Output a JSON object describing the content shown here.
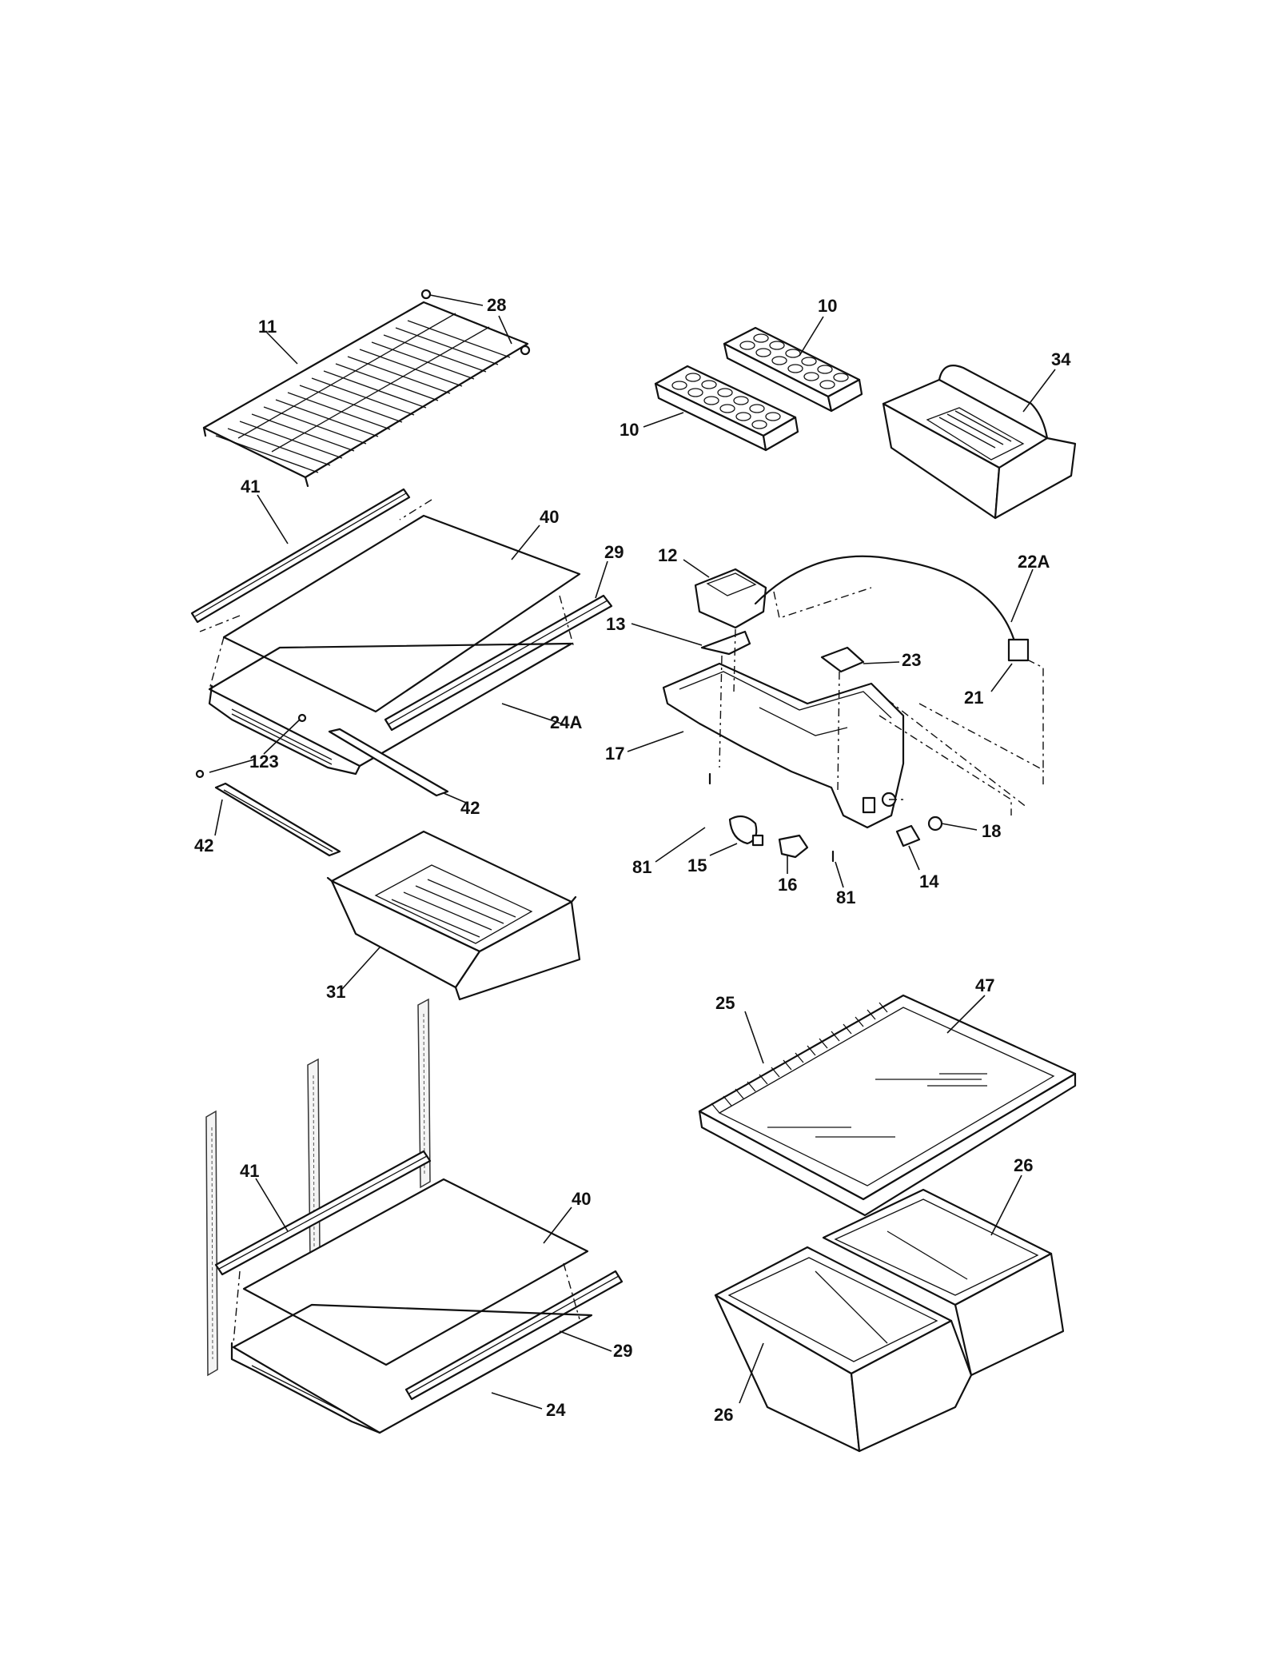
{
  "diagram": {
    "callouts": {
      "c11": "11",
      "c28": "28",
      "c10a": "10",
      "c10b": "10",
      "c34": "34",
      "c41a": "41",
      "c40a": "40",
      "c29a": "29",
      "c12": "12",
      "c22a": "22A",
      "c13": "13",
      "c23": "23",
      "c21": "21",
      "c24a": "24A",
      "c17": "17",
      "c123": "123",
      "c42a": "42",
      "c42b": "42",
      "c81a": "81",
      "c18": "18",
      "c15": "15",
      "c16": "16",
      "c14": "14",
      "c81b": "81",
      "c31": "31",
      "c25": "25",
      "c47": "47",
      "c41b": "41",
      "c40b": "40",
      "c26a": "26",
      "c29b": "29",
      "c24": "24",
      "c26b": "26"
    }
  }
}
